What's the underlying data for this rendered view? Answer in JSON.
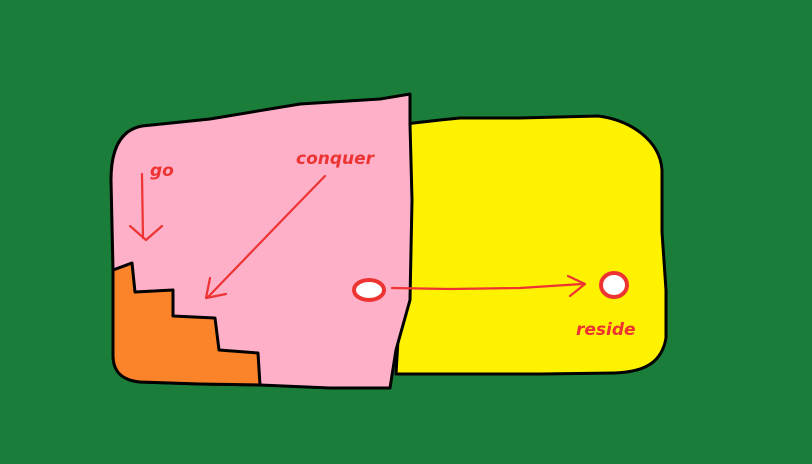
{
  "colors": {
    "background": "#1a7e3a",
    "pink_region": "#fdb0c8",
    "yellow_region": "#fff200",
    "orange_region": "#fb842a",
    "outline": "#000000",
    "annotation": "#ee3333",
    "marker_fill": "#ffffff"
  },
  "labels": {
    "go": "go",
    "conquer": "conquer",
    "reside": "reside"
  }
}
